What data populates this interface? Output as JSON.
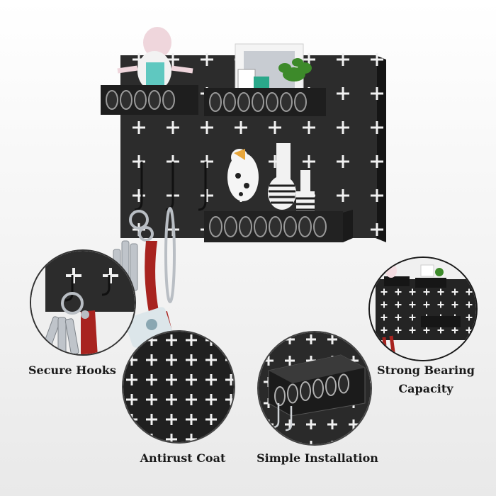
{
  "captions": {
    "secure_hooks": "Secure Hooks",
    "antirust_coat": "Antirust Coat",
    "simple_installation": "Simple Installation",
    "strong_bearing_line1": "Strong Bearing",
    "strong_bearing_line2": "Capacity"
  },
  "colors": {
    "board": "#2b2b2b",
    "board_shadow": "#1a1a1a",
    "cross": "#f2f2f2",
    "strap": "#a8231f",
    "metal": "#b9bec4",
    "caption_text": "#1a1a1a"
  },
  "icons": [
    "pegboard",
    "shelf-basket",
    "hook",
    "key-ring",
    "leather-strap",
    "cross-hole"
  ]
}
